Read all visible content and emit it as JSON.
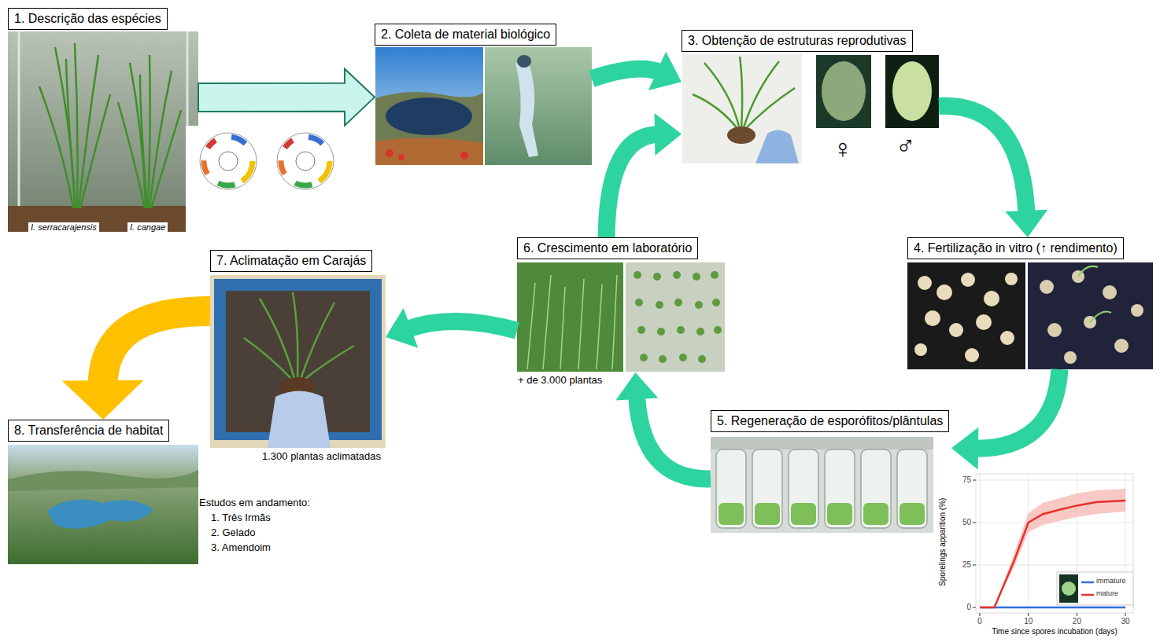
{
  "diagram": {
    "nodes": [
      {
        "text": [
          "1. Descrição das espécies"
        ]
      },
      {
        "text": [
          "2. Coleta de material biológico"
        ]
      },
      {
        "text": [
          "3. Obtenção de estruturas reprodutivas"
        ]
      },
      {
        "text": [
          "4. Fertilização in vitro (↑ rendimento)"
        ]
      },
      {
        "text": [
          "5. Regeneração de esporófitos/plântulas"
        ]
      },
      {
        "text": [
          "6. Crescimento em laboratório"
        ]
      },
      {
        "text": [
          "7. Aclimatação em Carajás"
        ]
      },
      {
        "text": [
          "8. Transferência de habitat"
        ]
      }
    ],
    "edges": [
      {
        "from": 0,
        "to": 1,
        "arrow": "to"
      },
      {
        "from": 1,
        "to": 2,
        "arrow": "to"
      },
      {
        "from": 2,
        "to": 3,
        "arrow": "to"
      },
      {
        "from": 3,
        "to": 4,
        "arrow": "to"
      },
      {
        "from": 4,
        "to": 5,
        "arrow": "to"
      },
      {
        "from": 5,
        "to": 2,
        "arrow": "to"
      },
      {
        "from": 5,
        "to": 6,
        "arrow": "to"
      },
      {
        "from": 6,
        "to": 7,
        "arrow": "to"
      }
    ],
    "labels": [
      "I. serracarajensis",
      "I. cangae",
      "♀",
      "♂",
      "+ de 3.000 plantas",
      "1.300 plantas aclimatadas",
      "Estudos em andamento:",
      "1. Três Irmãs",
      "2. Gelado",
      "3. Amendoim",
      "75",
      "50",
      "25",
      "0",
      "0",
      "10",
      "20",
      "30",
      "Sporelings apparition (%)",
      "Time since spores incubation (days)"
    ],
    "legend": [
      {
        "text": "immature"
      },
      {
        "text": "mature"
      }
    ]
  }
}
